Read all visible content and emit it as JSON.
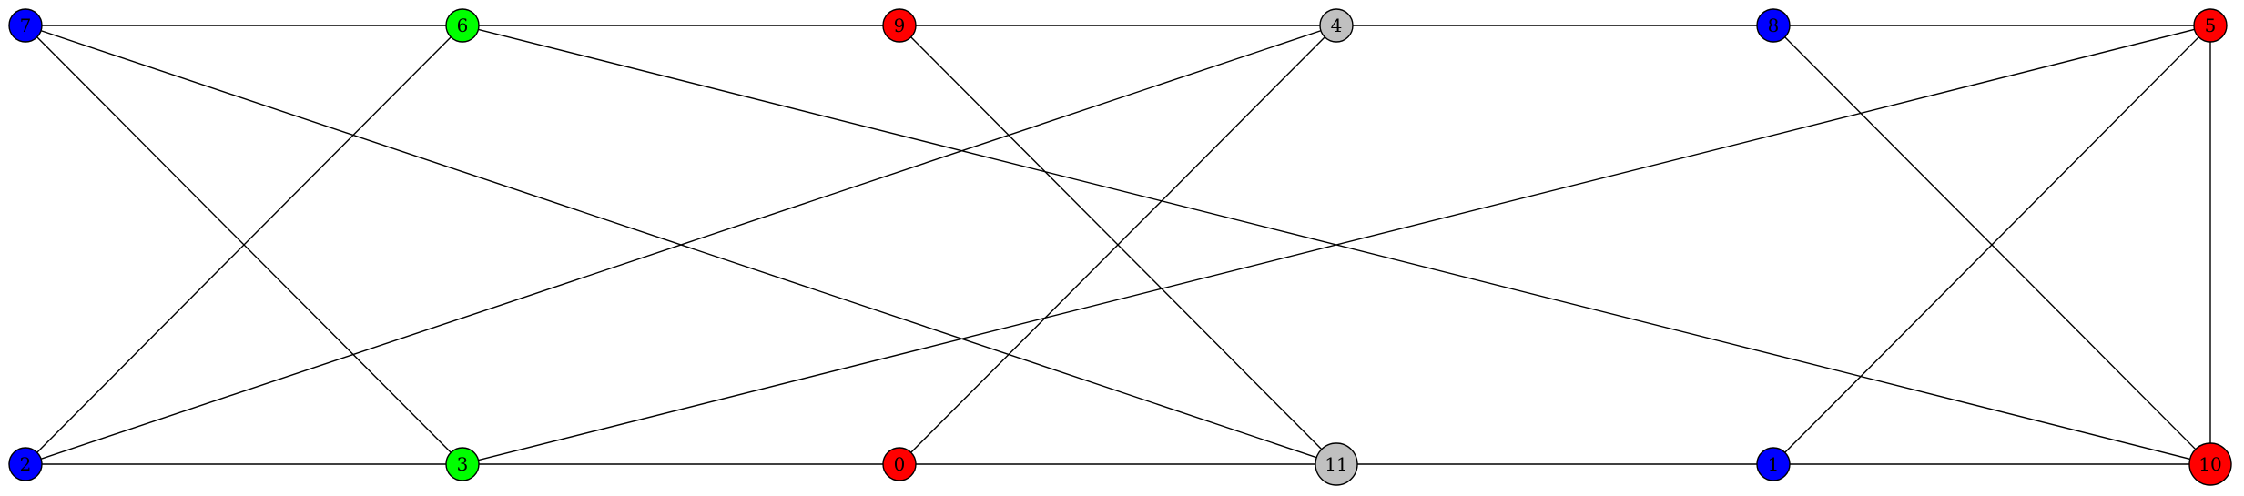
{
  "graph": {
    "nodes": [
      {
        "id": "7",
        "label": "7",
        "color": "#0000ff"
      },
      {
        "id": "6",
        "label": "6",
        "color": "#00ff00"
      },
      {
        "id": "9",
        "label": "9",
        "color": "#ff0000"
      },
      {
        "id": "4",
        "label": "4",
        "color": "#c0c0c0"
      },
      {
        "id": "8",
        "label": "8",
        "color": "#0000ff"
      },
      {
        "id": "5",
        "label": "5",
        "color": "#ff0000"
      },
      {
        "id": "2",
        "label": "2",
        "color": "#0000ff"
      },
      {
        "id": "3",
        "label": "3",
        "color": "#00ff00"
      },
      {
        "id": "0",
        "label": "0",
        "color": "#ff0000"
      },
      {
        "id": "11",
        "label": "11",
        "color": "#c0c0c0"
      },
      {
        "id": "1",
        "label": "1",
        "color": "#0000ff"
      },
      {
        "id": "10",
        "label": "10",
        "color": "#ff0000"
      }
    ],
    "edges": [
      [
        "7",
        "6"
      ],
      [
        "6",
        "9"
      ],
      [
        "9",
        "4"
      ],
      [
        "4",
        "8"
      ],
      [
        "8",
        "5"
      ],
      [
        "2",
        "3"
      ],
      [
        "3",
        "0"
      ],
      [
        "0",
        "11"
      ],
      [
        "11",
        "1"
      ],
      [
        "1",
        "10"
      ],
      [
        "7",
        "3"
      ],
      [
        "7",
        "11"
      ],
      [
        "6",
        "2"
      ],
      [
        "6",
        "10"
      ],
      [
        "9",
        "11"
      ],
      [
        "4",
        "2"
      ],
      [
        "4",
        "0"
      ],
      [
        "8",
        "10"
      ],
      [
        "5",
        "3"
      ],
      [
        "5",
        "1"
      ],
      [
        "5",
        "10"
      ]
    ]
  }
}
